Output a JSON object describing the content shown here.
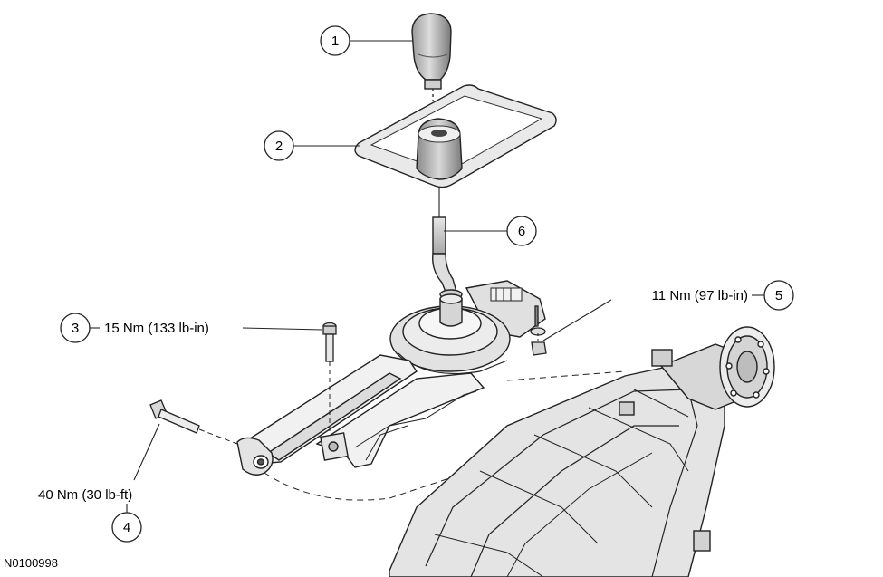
{
  "callouts": [
    {
      "number": "1"
    },
    {
      "number": "2"
    },
    {
      "number": "3",
      "torque": "15 Nm (133 lb-in)"
    },
    {
      "number": "4",
      "torque": "40 Nm (30 lb-ft)"
    },
    {
      "number": "5",
      "torque": "11 Nm (97 lb-in)"
    },
    {
      "number": "6"
    }
  ],
  "figure_id": "N0100998",
  "parts": {
    "knob": "shift-knob",
    "boot": "shift-boot-and-bezel",
    "lever": "shift-lever",
    "bolt_3": "bolt",
    "bolt_4": "bolt",
    "nut_5": "nut",
    "bracket": "shifter-support-bracket",
    "transmission": "transmission"
  }
}
